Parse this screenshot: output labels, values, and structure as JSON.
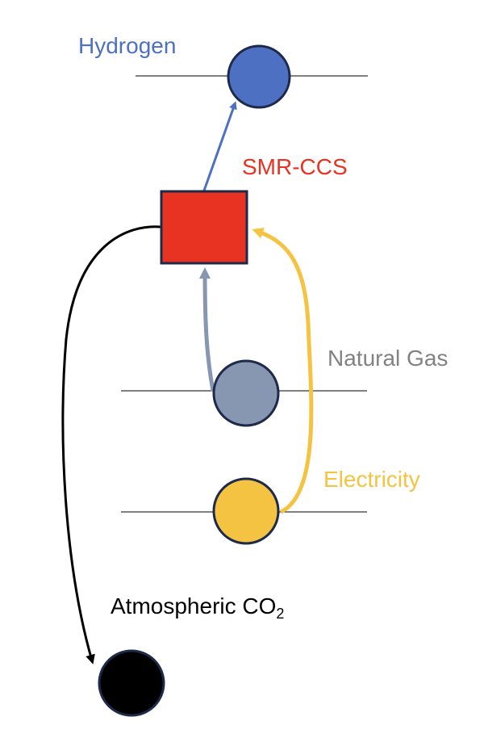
{
  "nodes": {
    "hydrogen": {
      "label": "Hydrogen",
      "color": "#4d70c2",
      "label_color": "#4d70c2"
    },
    "smr_ccs": {
      "label": "SMR-CCS",
      "color": "#e83323",
      "label_color": "#e83323"
    },
    "natural_gas": {
      "label": "Natural Gas",
      "color": "#8796b1",
      "label_color": "#828282"
    },
    "electricity": {
      "label": "Electricity",
      "color": "#f5c342",
      "label_color": "#f5c342"
    },
    "atmospheric_co2": {
      "label_main": "Atmospheric CO",
      "label_sub": "2",
      "color": "#000000",
      "label_color": "#000000"
    }
  },
  "colors": {
    "outline": "#1e2a4a",
    "h2_arrow": "#4d70c2",
    "gas_arrow": "#8796b1",
    "elec_arrow": "#f5c342",
    "co2_arrow": "#000000",
    "baseline": "#000000"
  }
}
